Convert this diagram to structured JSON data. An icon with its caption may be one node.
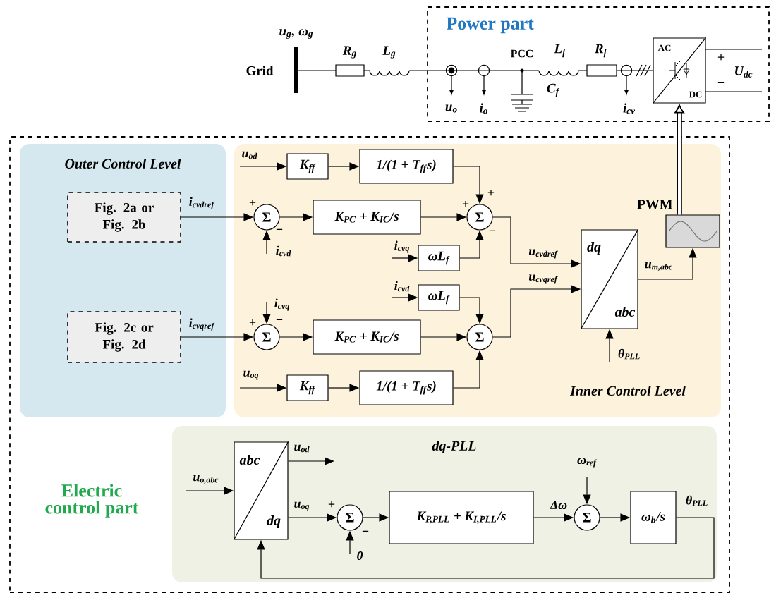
{
  "diagram": {
    "nodes": [
      {
        "text": [
          "Power part"
        ]
      },
      {
        "text": [
          "AC",
          "DC"
        ],
        "in": 0,
        "beside": [
          "+",
          "−"
        ]
      },
      {
        "text": [
          "Electric control part"
        ]
      },
      {
        "text": [
          "Outer Control Level"
        ],
        "in": 2
      },
      {
        "text": [
          "Fig. 2a or Fig. 2b"
        ],
        "in": 3
      },
      {
        "text": [
          "Fig. 2c or Fig. 2d"
        ],
        "in": 3
      },
      {
        "text": [
          "Inner Control Level"
        ],
        "in": 2
      },
      {
        "text": [
          "K$_{ff}$"
        ],
        "in": 6
      },
      {
        "text": [
          "1/(1 + T$_{ff}$s)"
        ],
        "in": 6
      },
      {
        "text": [
          "Σ"
        ],
        "in": 6,
        "beside": [
          "+",
          "−"
        ]
      },
      {
        "text": [
          "K$_{PC}$ + K$_{IC}$/s"
        ],
        "in": 6
      },
      {
        "text": [
          "Σ"
        ],
        "in": 6,
        "beside": [
          "+",
          "+",
          "−"
        ]
      },
      {
        "text": [
          "ωL$_{f}$"
        ],
        "in": 6
      },
      {
        "text": [
          "ωL$_{f}$"
        ],
        "in": 6
      },
      {
        "text": [
          "Σ"
        ],
        "in": 6,
        "beside": [
          "+",
          "−"
        ]
      },
      {
        "text": [
          "K$_{PC}$ + K$_{IC}$/s"
        ],
        "in": 6
      },
      {
        "text": [
          "Σ"
        ],
        "in": 6
      },
      {
        "text": [
          "K$_{ff}$"
        ],
        "in": 6
      },
      {
        "text": [
          "1/(1 + T$_{ff}$s)"
        ],
        "in": 6
      },
      {
        "text": [
          "dq",
          "abc"
        ],
        "in": 6
      },
      {
        "text": [
          "PWM"
        ],
        "in": 6
      },
      {
        "text": [
          "dq-PLL"
        ],
        "in": 2
      },
      {
        "text": [
          "abc",
          "dq"
        ],
        "in": 21
      },
      {
        "text": [
          "Σ"
        ],
        "in": 21,
        "beside": [
          "+",
          "−"
        ]
      },
      {
        "text": [
          "K$_{P,PLL}$ + K$_{I,PLL}$/s"
        ],
        "in": 21
      },
      {
        "text": [
          "Σ"
        ],
        "in": 21
      },
      {
        "text": [
          "ω$_{b}$/s"
        ],
        "in": 21
      }
    ],
    "edges": [
      {
        "from": null,
        "to": 7,
        "arrow": "to",
        "label": "u$_{od}$"
      },
      {
        "from": 7,
        "to": 8,
        "arrow": "to"
      },
      {
        "from": 8,
        "to": 11,
        "arrow": "to"
      },
      {
        "from": 4,
        "to": 9,
        "arrow": "to",
        "label": "i$_{cvdref}$"
      },
      {
        "from": null,
        "to": 9,
        "arrow": "to",
        "label": "i$_{cvd}$"
      },
      {
        "from": 9,
        "to": 10,
        "arrow": "to"
      },
      {
        "from": 10,
        "to": 11,
        "arrow": "to"
      },
      {
        "from": null,
        "to": 12,
        "arrow": "to",
        "label": "i$_{cvq}$"
      },
      {
        "from": 12,
        "to": 11,
        "arrow": "to"
      },
      {
        "from": 11,
        "to": 19,
        "arrow": "to",
        "label": "u$_{cvdref}$"
      },
      {
        "from": null,
        "to": 14,
        "arrow": "to",
        "label": "i$_{cvq}$"
      },
      {
        "from": 5,
        "to": 14,
        "arrow": "to",
        "label": "i$_{cvqref}$"
      },
      {
        "from": 14,
        "to": 15,
        "arrow": "to"
      },
      {
        "from": 15,
        "to": 16,
        "arrow": "to"
      },
      {
        "from": null,
        "to": 13,
        "arrow": "to",
        "label": "i$_{cvd}$"
      },
      {
        "from": 13,
        "to": 16,
        "arrow": "to"
      },
      {
        "from": null,
        "to": 17,
        "arrow": "to",
        "label": "u$_{oq}$"
      },
      {
        "from": 17,
        "to": 18,
        "arrow": "to"
      },
      {
        "from": 18,
        "to": 16,
        "arrow": "to"
      },
      {
        "from": 16,
        "to": 19,
        "arrow": "to",
        "label": "u$_{cvqref}$"
      },
      {
        "from": null,
        "to": 19,
        "arrow": "to",
        "label": "θ$_{PLL}$"
      },
      {
        "from": 19,
        "to": 20,
        "arrow": "to",
        "label": "u$_{m,abc}$"
      },
      {
        "from": 20,
        "to": 1,
        "arrow": "to",
        "style": "thick"
      },
      {
        "from": null,
        "to": 22,
        "arrow": "to",
        "label": "u$_{o,abc}$"
      },
      {
        "from": 22,
        "to": null,
        "arrow": "to",
        "label": "u$_{od}$"
      },
      {
        "from": 22,
        "to": 23,
        "arrow": "to",
        "label": "u$_{oq}$"
      },
      {
        "from": null,
        "to": 23,
        "arrow": "to",
        "label": "0"
      },
      {
        "from": 23,
        "to": 24,
        "arrow": "to"
      },
      {
        "from": 24,
        "to": 25,
        "arrow": "to",
        "label": "Δω"
      },
      {
        "from": null,
        "to": 25,
        "arrow": "to",
        "label": "ω$_{ref}$"
      },
      {
        "from": 25,
        "to": 26,
        "arrow": "to"
      },
      {
        "from": 26,
        "to": 22,
        "arrow": "to",
        "label": "θ$_{PLL}$"
      }
    ],
    "labels": [
      "u$_{g}$, ω$_{g}$",
      "Grid",
      "R$_{g}$",
      "L$_{g}$",
      "u$_{o}$",
      "i$_{o}$",
      "PCC",
      "L$_{f}$",
      "R$_{f}$",
      "C$_{f}$",
      "i$_{cv}$",
      "U$_{dc}$"
    ]
  }
}
